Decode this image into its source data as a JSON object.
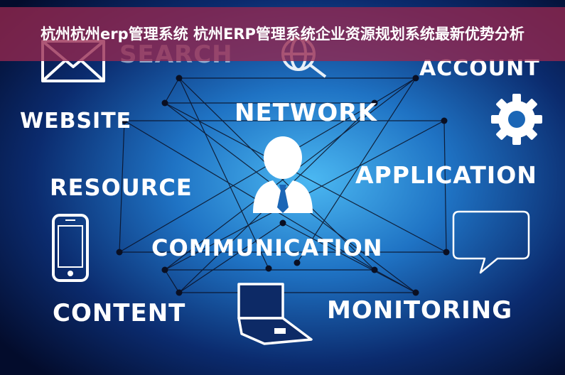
{
  "banner": {
    "title": "杭州杭州erp管理系统 杭州ERP管理系统企业资源规划系统最新优势分析"
  },
  "words": {
    "search": "SEARCH",
    "account": "ACCOUNT",
    "website": "WEBSITE",
    "network": "NETWORK",
    "resource": "RESOURCE",
    "application": "APPLICATION",
    "communication": "COMMUNICATION",
    "content": "CONTENT",
    "monitoring": "MONITORING"
  },
  "icons": {
    "envelope": "envelope-icon",
    "globe": "globe-icon",
    "gear": "gear-icon",
    "user": "user-icon",
    "phone": "smartphone-icon",
    "chat": "speech-bubble-icon",
    "laptop": "laptop-icon"
  },
  "colors": {
    "banner": "#962850",
    "background_center": "#3fa8e8",
    "background_edge": "#020c2e",
    "text": "#ffffff"
  }
}
